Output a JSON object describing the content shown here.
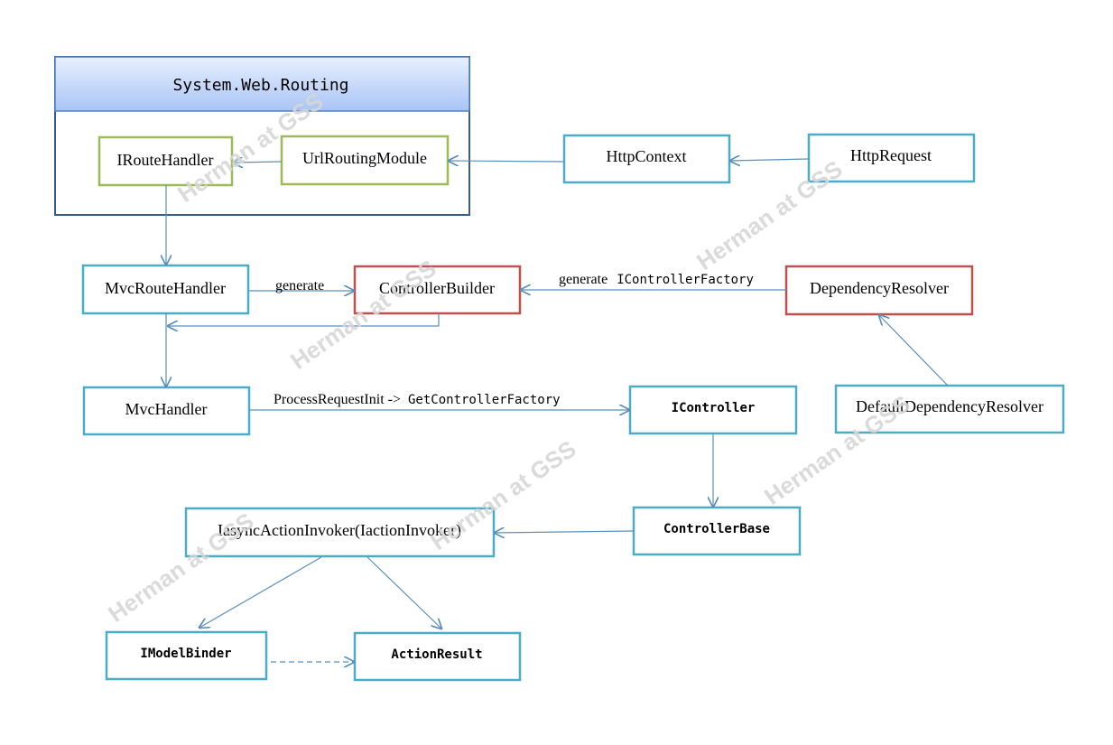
{
  "group": {
    "title": "System.Web.Routing"
  },
  "nodes": {
    "iroutehandler": "IRouteHandler",
    "urlroutingmodule": "UrlRoutingModule",
    "httpcontext": "HttpContext",
    "httprequest": "HttpRequest",
    "mvcroutehandler": "MvcRouteHandler",
    "controllerbuilder": "ControllerBuilder",
    "dependencyresolver": "DependencyResolver",
    "mvchandler": "MvcHandler",
    "icontroller": "IController",
    "defaultdependencyresolver": "DefaultDependencyResolver",
    "controllerbase": "ControllerBase",
    "iasyncactioninvoker": "IasyncActionInvoker(IactionInvoker)",
    "imodelbinder": "IModelBinder",
    "actionresult": "ActionResult"
  },
  "edge_labels": {
    "generate": "generate",
    "generate_factory_prefix": "generate",
    "generate_factory_suffix": "IControllerFactory",
    "process_prefix": "ProcessRequestInit ->",
    "process_suffix": "GetControllerFactory"
  },
  "watermark": "Herman at GSS",
  "colors": {
    "teal": "#4bacc6",
    "green": "#9bbb59",
    "red": "#c0504d",
    "group_border": "#385d8a",
    "edge": "#5b8fb9"
  }
}
